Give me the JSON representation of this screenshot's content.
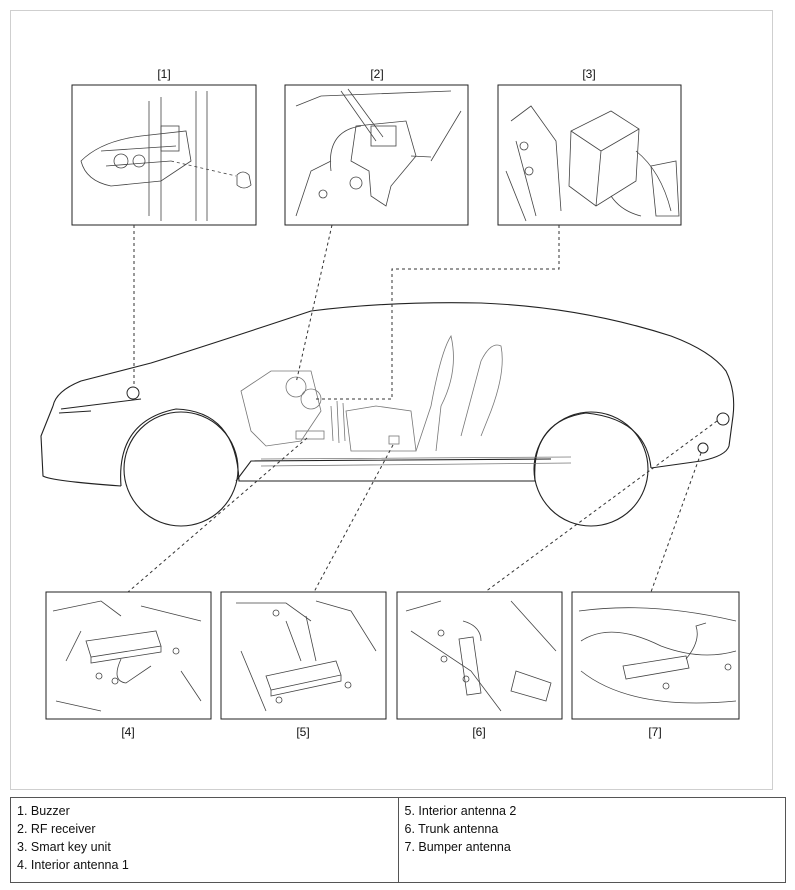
{
  "callouts": [
    "[1]",
    "[2]",
    "[3]",
    "[4]",
    "[5]",
    "[6]",
    "[7]"
  ],
  "legend": {
    "left": [
      "1. Buzzer",
      "2. RF receiver",
      "3. Smart key unit",
      "4. Interior antenna 1"
    ],
    "right": [
      "5. Interior antenna 2",
      "6. Trunk antenna",
      "7. Bumper antenna"
    ]
  }
}
